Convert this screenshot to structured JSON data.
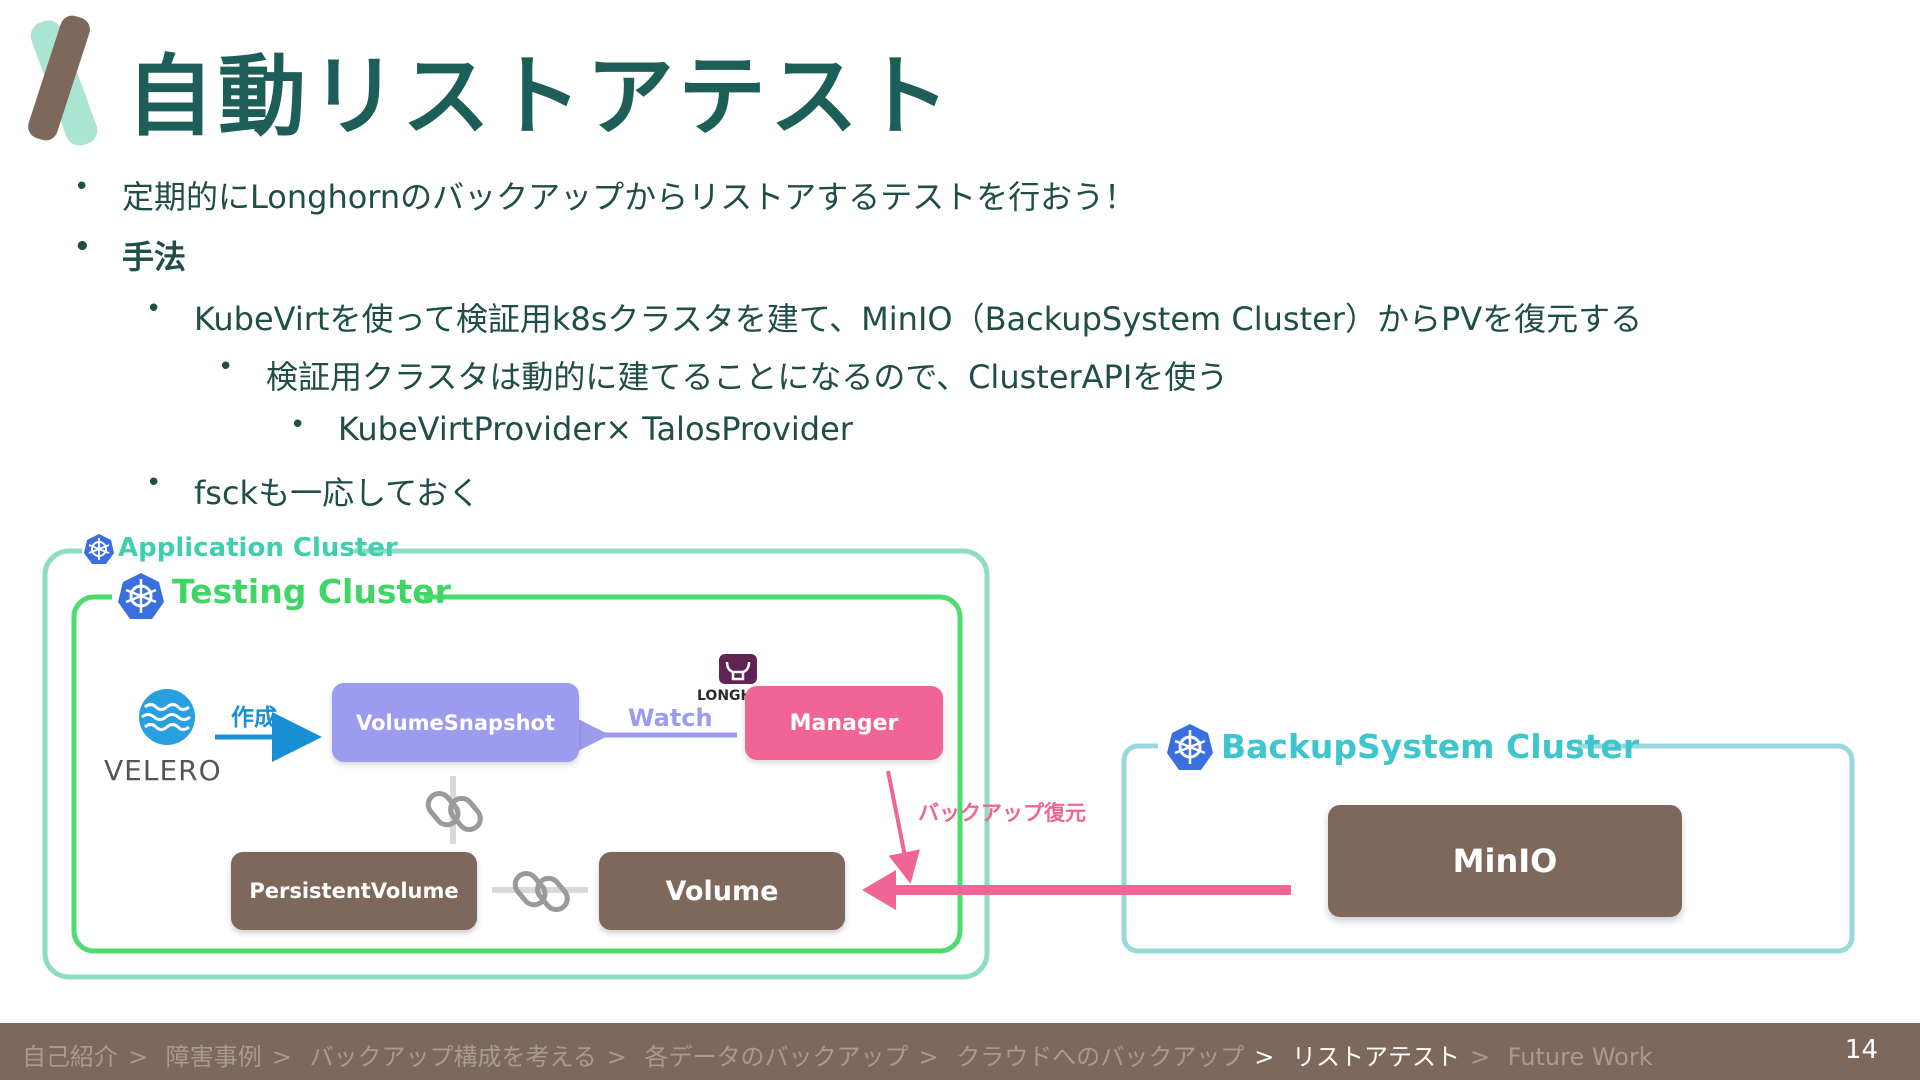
{
  "title": "自動リストアテスト",
  "bullets": [
    {
      "level": 1,
      "text": "定期的にLonghornのバックアップからリストアするテストを行おう！",
      "bold": false
    },
    {
      "level": 1,
      "text": "手法",
      "bold": true
    },
    {
      "level": 2,
      "text": "KubeVirtを使って検証用k8sクラスタを建て、MinIO（BackupSystem Cluster）からPVを復元する",
      "bold": false
    },
    {
      "level": 3,
      "text": "検証用クラスタは動的に建てることになるので、ClusterAPIを使う",
      "bold": false
    },
    {
      "level": 4,
      "text": "KubeVirtProvider× TalosProvider",
      "bold": false
    },
    {
      "level": 2,
      "text": "fsckも一応しておく",
      "bold": false
    }
  ],
  "diagram": {
    "application_cluster": "Application Cluster",
    "testing_cluster": "Testing Cluster",
    "backupsystem_cluster": "BackupSystem Cluster",
    "velero_label": "VELERO",
    "longhorn_label": "LONGHORN",
    "create_label": "作成",
    "watch_label": "Watch",
    "backup_restore_label": "バックアップ復元",
    "volumesnapshot": "VolumeSnapshot",
    "manager": "Manager",
    "persistentvolume": "PersistentVolume",
    "volume": "Volume",
    "minio": "MinIO"
  },
  "colors": {
    "title": "#1d5f58",
    "application_cluster": "#8fdcc4",
    "testing_cluster": "#4fdc6e",
    "backupsystem_cluster": "#9bd8dc",
    "k8s": "#3a6fe0",
    "brown": "#7e685c",
    "purple": "#9d9bef",
    "pink": "#f06595",
    "blue_arrow": "#1a8fd4"
  },
  "footer": {
    "crumbs": [
      "自己紹介",
      "障害事例",
      "バックアップ構成を考える",
      "各データのバックアップ",
      "クラウドへのバックアップ",
      "リストアテスト",
      "Future Work"
    ],
    "active_index": 5,
    "page_number": "14"
  }
}
